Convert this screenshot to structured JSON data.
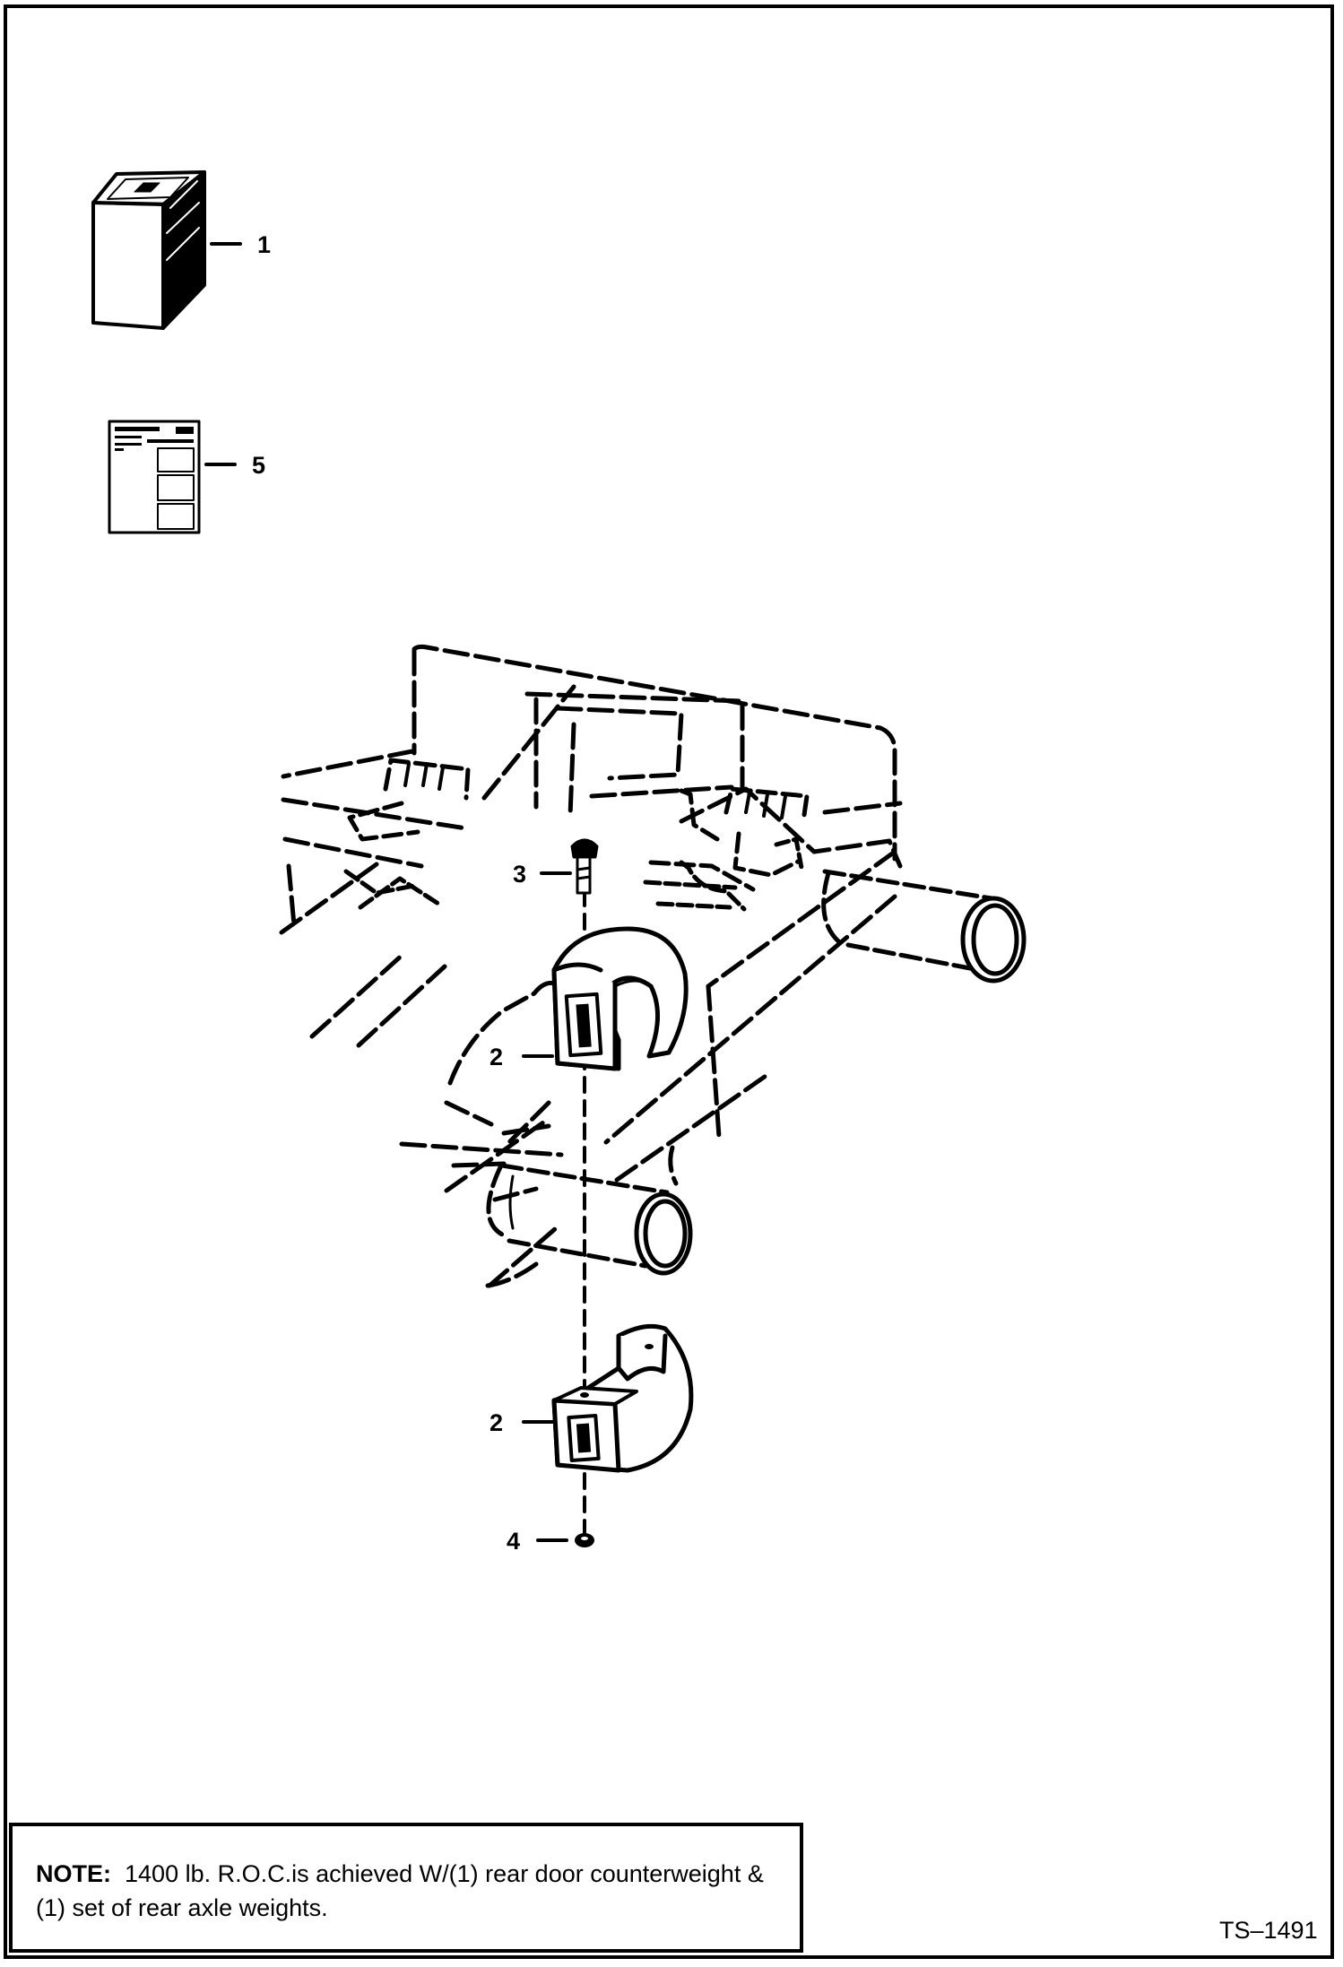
{
  "figure": {
    "callouts": {
      "item_1": "1",
      "item_2_upper": "2",
      "item_2_lower": "2",
      "item_3": "3",
      "item_4": "4",
      "item_5": "5"
    },
    "figure_id": "TS–1491"
  },
  "note": {
    "label": "NOTE:",
    "text": "1400 lb. R.O.C.is achieved W/(1) rear door counterweight & (1) set of rear axle weights."
  },
  "colors": {
    "line": "#000000",
    "background": "#ffffff"
  }
}
